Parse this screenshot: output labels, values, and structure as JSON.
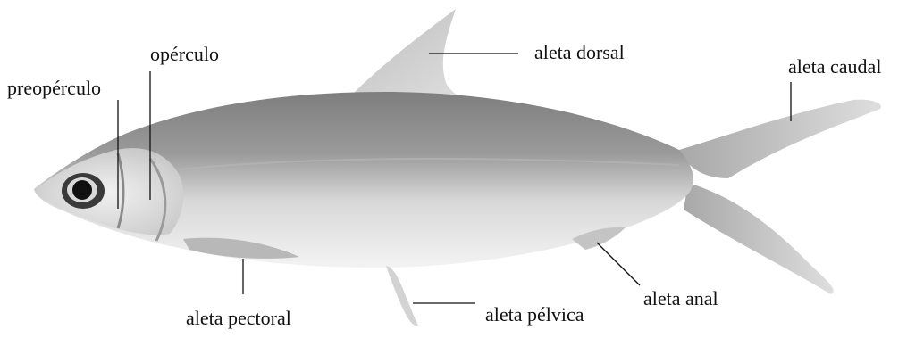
{
  "labels": {
    "dorsal": "aleta dorsal",
    "caudal": "aleta caudal",
    "operculo": "opérculo",
    "preoperculo": "preopérculo",
    "anal": "aleta anal",
    "pelvica": "aleta pélvica",
    "pectoral": "aleta pectoral"
  },
  "colors": {
    "background": "#ffffff",
    "label_text": "#111111",
    "fish_body_dark": "#8c8c8c",
    "fish_body_light": "#f2f2f2"
  }
}
